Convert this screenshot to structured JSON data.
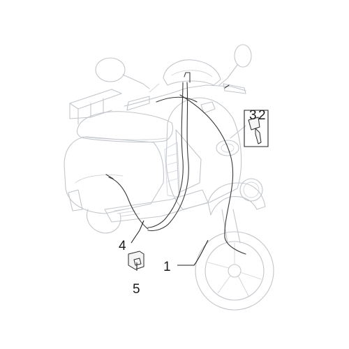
{
  "callouts": [
    {
      "id": "1",
      "text": "1"
    },
    {
      "id": "2",
      "text": "2"
    },
    {
      "id": "3",
      "text": "3"
    },
    {
      "id": "4",
      "text": "4"
    },
    {
      "id": "5",
      "text": "5"
    }
  ],
  "colors": {
    "outline": "#c3c7cc",
    "cable": "#3a3a3a",
    "label": "#1a1a1a"
  }
}
